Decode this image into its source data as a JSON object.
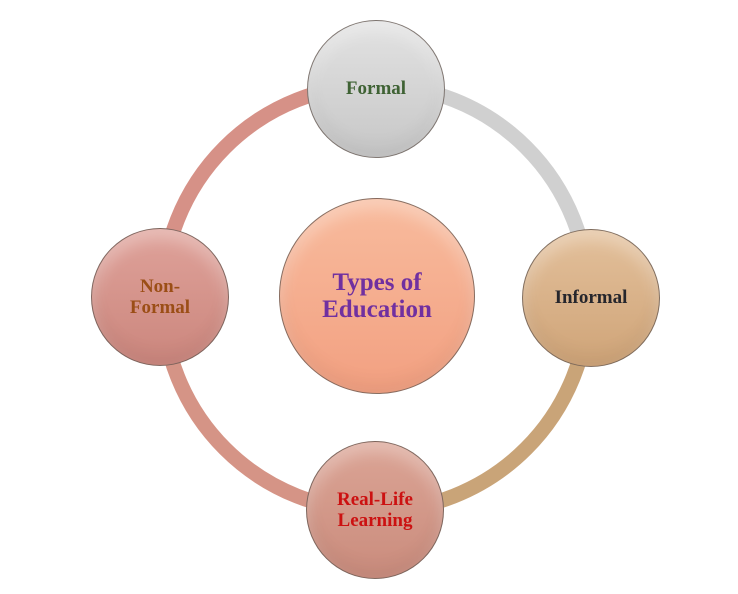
{
  "background_color": "#ffffff",
  "center": {
    "label": "Types of\nEducation",
    "text_color": "#7030a0",
    "fill_top": "#f8bb9d",
    "fill_bottom": "#f2a081"
  },
  "nodes": [
    {
      "id": "formal",
      "label": "Formal",
      "position": "top",
      "text_color": "#3f6234",
      "fill_top": "#e2e2e2",
      "fill_bottom": "#c7c7c7"
    },
    {
      "id": "informal",
      "label": "Informal",
      "position": "right",
      "text_color": "#26262c",
      "fill_top": "#e3c09b",
      "fill_bottom": "#cfa478"
    },
    {
      "id": "real-life-learning",
      "label": "Real-Life\nLearning",
      "position": "bottom",
      "text_color": "#cc1111",
      "fill_top": "#dba495",
      "fill_bottom": "#ca8c7d"
    },
    {
      "id": "non-formal",
      "label": "Non-\nFormal",
      "position": "left",
      "text_color": "#9b4e16",
      "fill_top": "#dfa29a",
      "fill_bottom": "#cb867d"
    }
  ],
  "ring": {
    "segments": [
      {
        "name": "top-left",
        "color": "#d69187"
      },
      {
        "name": "top-right",
        "color": "#d0d0d0"
      },
      {
        "name": "bottom-right",
        "color": "#c9a478"
      },
      {
        "name": "bottom-left",
        "color": "#d59486"
      }
    ]
  }
}
